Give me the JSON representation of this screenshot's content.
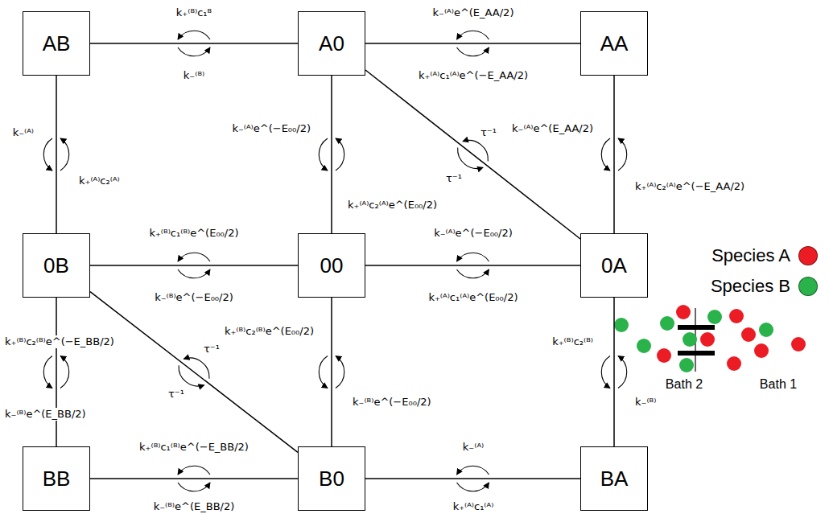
{
  "diagram": {
    "nodes": [
      {
        "text": [
          "AB"
        ]
      },
      {
        "text": [
          "A0"
        ]
      },
      {
        "text": [
          "AA"
        ]
      },
      {
        "text": [
          "0B"
        ]
      },
      {
        "text": [
          "00"
        ]
      },
      {
        "text": [
          "0A"
        ]
      },
      {
        "text": [
          "BB"
        ]
      },
      {
        "text": [
          "B0"
        ]
      },
      {
        "text": [
          "BA"
        ]
      }
    ],
    "edges": [
      {
        "from": 0,
        "to": 1,
        "arrow": "none"
      },
      {
        "from": 1,
        "to": 2,
        "arrow": "none"
      },
      {
        "from": 0,
        "to": 3,
        "arrow": "none"
      },
      {
        "from": 1,
        "to": 4,
        "arrow": "none"
      },
      {
        "from": 2,
        "to": 5,
        "arrow": "none"
      },
      {
        "from": 1,
        "to": 5,
        "arrow": "none"
      },
      {
        "from": 3,
        "to": 4,
        "arrow": "none"
      },
      {
        "from": 4,
        "to": 5,
        "arrow": "none"
      },
      {
        "from": 3,
        "to": 6,
        "arrow": "none"
      },
      {
        "from": 3,
        "to": 7,
        "arrow": "none"
      },
      {
        "from": 4,
        "to": 7,
        "arrow": "none"
      },
      {
        "from": 5,
        "to": 8,
        "arrow": "none"
      },
      {
        "from": 6,
        "to": 7,
        "arrow": "none"
      },
      {
        "from": 7,
        "to": 8,
        "arrow": "none"
      }
    ],
    "labels": [
      "k₊⁽ᴮ⁾c₁ᴮ",
      "k₋⁽ᴬ⁾e^(E_AA/2)",
      "k₋⁽ᴮ⁾",
      "k₊⁽ᴬ⁾c₁⁽ᴬ⁾e^(−E_AA/2)",
      "k₋⁽ᴬ⁾",
      "k₋⁽ᴬ⁾e^(−E₀₀/2)",
      "k₋⁽ᴬ⁾e^(E_AA/2)",
      "τ⁻¹",
      "τ⁻¹",
      "k₊⁽ᴬ⁾c₂⁽ᴬ⁾",
      "k₊⁽ᴬ⁾c₂⁽ᴬ⁾e^(E₀₀/2)",
      "k₊⁽ᴬ⁾c₂⁽ᴬ⁾e^(−E_AA/2)",
      "k₊⁽ᴮ⁾c₁⁽ᴮ⁾e^(E₀₀/2)",
      "k₋⁽ᴬ⁾e^(−E₀₀/2)",
      "k₋⁽ᴮ⁾e^(−E₀₀/2)",
      "k₊⁽ᴬ⁾c₁⁽ᴬ⁾e^(E₀₀/2)",
      "k₊⁽ᴮ⁾c₂⁽ᴮ⁾e^(−E_BB/2)",
      "τ⁻¹",
      "k₊⁽ᴮ⁾c₂⁽ᴮ⁾e^(E₀₀/2)",
      "k₊⁽ᴮ⁾c₂⁽ᴮ⁾",
      "τ⁻¹",
      "k₋⁽ᴮ⁾e^(E_BB/2)",
      "k₋⁽ᴮ⁾e^(−E₀₀/2)",
      "k₋⁽ᴮ⁾",
      "k₊⁽ᴮ⁾c₁⁽ᴮ⁾e^(−E_BB/2)",
      "k₋⁽ᴬ⁾",
      "k₋⁽ᴮ⁾e^(E_BB/2)",
      "k₊⁽ᴬ⁾c₁⁽ᴬ⁾",
      "Bath 2",
      "Bath 1"
    ],
    "legend": [
      {
        "text": "Species A",
        "color": "#ec1c24"
      },
      {
        "text": "Species B",
        "color": "#2ab24b"
      }
    ]
  }
}
